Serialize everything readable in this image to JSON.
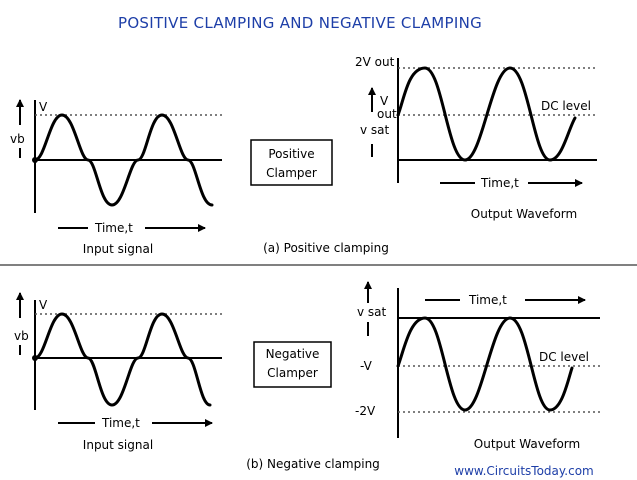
{
  "title": "POSITIVE CLAMPING AND NEGATIVE CLAMPING",
  "watermark": "www.CircuitsToday.com",
  "accent_color": "#1e3fa8",
  "positive": {
    "input": {
      "v_label": "V",
      "vb_label": "vb",
      "time_label": "Time,t",
      "caption": "Input signal"
    },
    "clamper": {
      "line1": "Positive",
      "line2": "Clamper"
    },
    "output": {
      "top_label": "2V out",
      "v_label": "V",
      "out_label": "out",
      "vsat_label": "v sat",
      "dc_label": "DC level",
      "time_label": "Time,t",
      "caption": "Output Waveform"
    },
    "caption": "(a) Positive clamping"
  },
  "negative": {
    "input": {
      "v_label": "V",
      "vb_label": "vb",
      "time_label": "Time,t",
      "caption": "Input signal"
    },
    "clamper": {
      "line1": "Negative",
      "line2": "Clamper"
    },
    "output": {
      "vsat_label": "v sat",
      "neg_v_label": "-V",
      "neg_2v_label": "-2V",
      "dc_label": "DC level",
      "time_label": "Time,t",
      "caption": "Output Waveform"
    },
    "caption": "(b) Negative clamping"
  }
}
